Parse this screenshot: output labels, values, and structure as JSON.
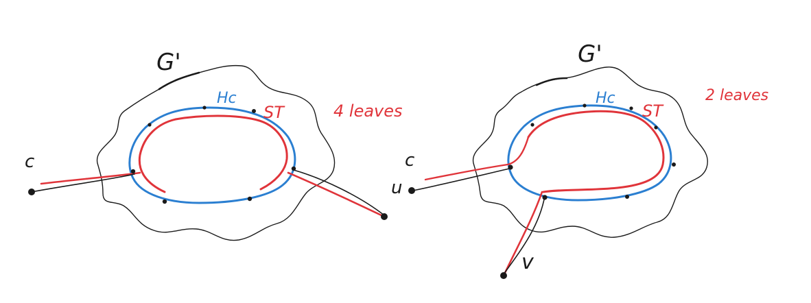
{
  "colors": {
    "outline": "#1a1a1a",
    "cycle": "#2b7fd1",
    "tree": "#e0343a"
  },
  "left_panel": {
    "graph_label": "G'",
    "cycle_label": "Hc",
    "tree_label": "ST",
    "leaves_label": "4 leaves",
    "vertex_label": "c"
  },
  "right_panel": {
    "graph_label": "G'",
    "cycle_label": "Hc",
    "tree_label": "ST",
    "leaves_label": "2 leaves",
    "vertex_label_c": "c",
    "vertex_label_u": "u",
    "vertex_label_v": "v"
  }
}
